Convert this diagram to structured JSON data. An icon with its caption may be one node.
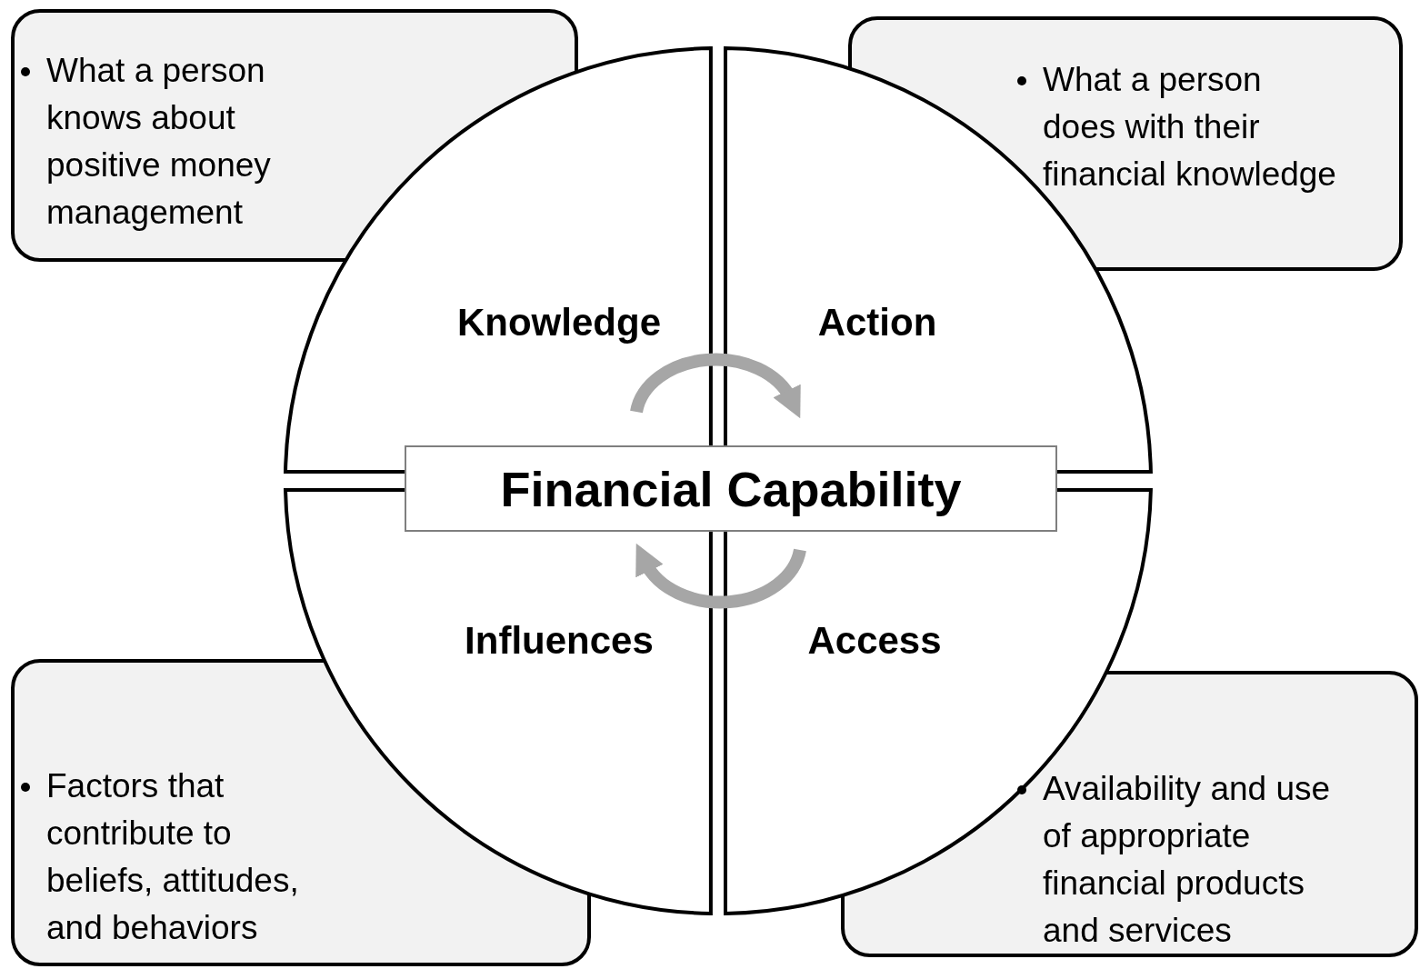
{
  "diagram": {
    "nodes": [
      {
        "text": [
          "What a person knows about positive money management"
        ]
      },
      {
        "text": [
          "What a person does with their financial knowledge"
        ]
      },
      {
        "text": [
          "Knowledge"
        ]
      },
      {
        "text": [
          "Action"
        ]
      },
      {
        "text": [
          "Financial Capability"
        ]
      },
      {
        "text": [
          "Influences"
        ]
      },
      {
        "text": [
          "Access"
        ]
      },
      {
        "text": [
          "Factors that contribute to beliefs, attitudes, and behaviors"
        ]
      },
      {
        "text": [
          "Availability and use of appropriate financial products and services"
        ]
      }
    ],
    "edges": [
      {
        "from": 2,
        "to": 3,
        "arrow": "to"
      },
      {
        "from": 6,
        "to": 5,
        "arrow": "to"
      }
    ]
  }
}
